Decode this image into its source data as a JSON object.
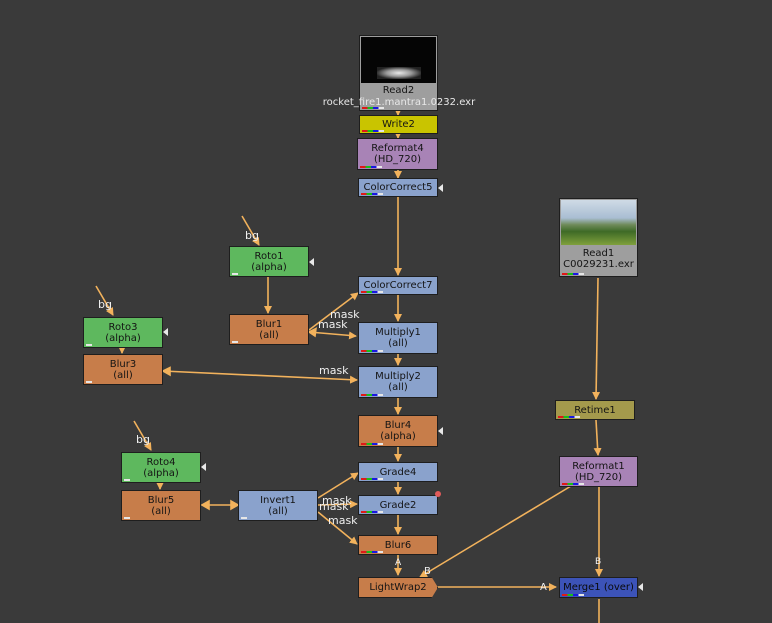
{
  "nodes": {
    "read2": {
      "label": "Read2",
      "file": "rocket_fire1.mantra1.0232.exr"
    },
    "write2": {
      "label": "Write2"
    },
    "reformat4": {
      "label": "Reformat4",
      "sub": "(HD_720)"
    },
    "colorcorrect5": {
      "label": "ColorCorrect5"
    },
    "read1": {
      "label": "Read1",
      "file": "C0029231.exr"
    },
    "roto1": {
      "label": "Roto1",
      "sub": "(alpha)"
    },
    "colorcorrect7": {
      "label": "ColorCorrect7"
    },
    "roto3": {
      "label": "Roto3",
      "sub": "(alpha)"
    },
    "blur1": {
      "label": "Blur1",
      "sub": "(all)"
    },
    "multiply1": {
      "label": "Multiply1",
      "sub": "(all)"
    },
    "blur3": {
      "label": "Blur3",
      "sub": "(all)"
    },
    "multiply2": {
      "label": "Multiply2",
      "sub": "(all)"
    },
    "retime1": {
      "label": "Retime1"
    },
    "blur4": {
      "label": "Blur4",
      "sub": "(alpha)"
    },
    "roto4": {
      "label": "Roto4",
      "sub": "(alpha)"
    },
    "grade4": {
      "label": "Grade4"
    },
    "reformat1": {
      "label": "Reformat1",
      "sub": "(HD_720)"
    },
    "blur5": {
      "label": "Blur5",
      "sub": "(all)"
    },
    "invert1": {
      "label": "Invert1",
      "sub": "(all)"
    },
    "grade2": {
      "label": "Grade2"
    },
    "blur6": {
      "label": "Blur6"
    },
    "lightwrap2": {
      "label": "LightWrap2"
    },
    "merge1": {
      "label": "Merge1 (over)"
    }
  },
  "edge_labels": {
    "bg1": "bg",
    "bg3": "bg",
    "bg4": "bg",
    "mask_blur1_cc7": "mask",
    "mask_blur1_mult1": "mask",
    "mask_blur3": "mask",
    "mask_invert_grade4": "mask",
    "mask_invert_grade2": "mask",
    "mask_invert_blur6": "mask",
    "pipe_b_lightwrap": "B",
    "pipe_a_merge": "A",
    "pipe_b_merge": "B",
    "pipe_a_lightwrap": "A"
  },
  "colors": {
    "background": "#3a3a3a",
    "pipe": "#f2b25c",
    "roto": "#5eb85e",
    "blur": "#c77d4a",
    "color_correct": "#8aa2cc",
    "transform": "#a883b6",
    "write": "#c9c400",
    "merge": "#3c53b8"
  }
}
